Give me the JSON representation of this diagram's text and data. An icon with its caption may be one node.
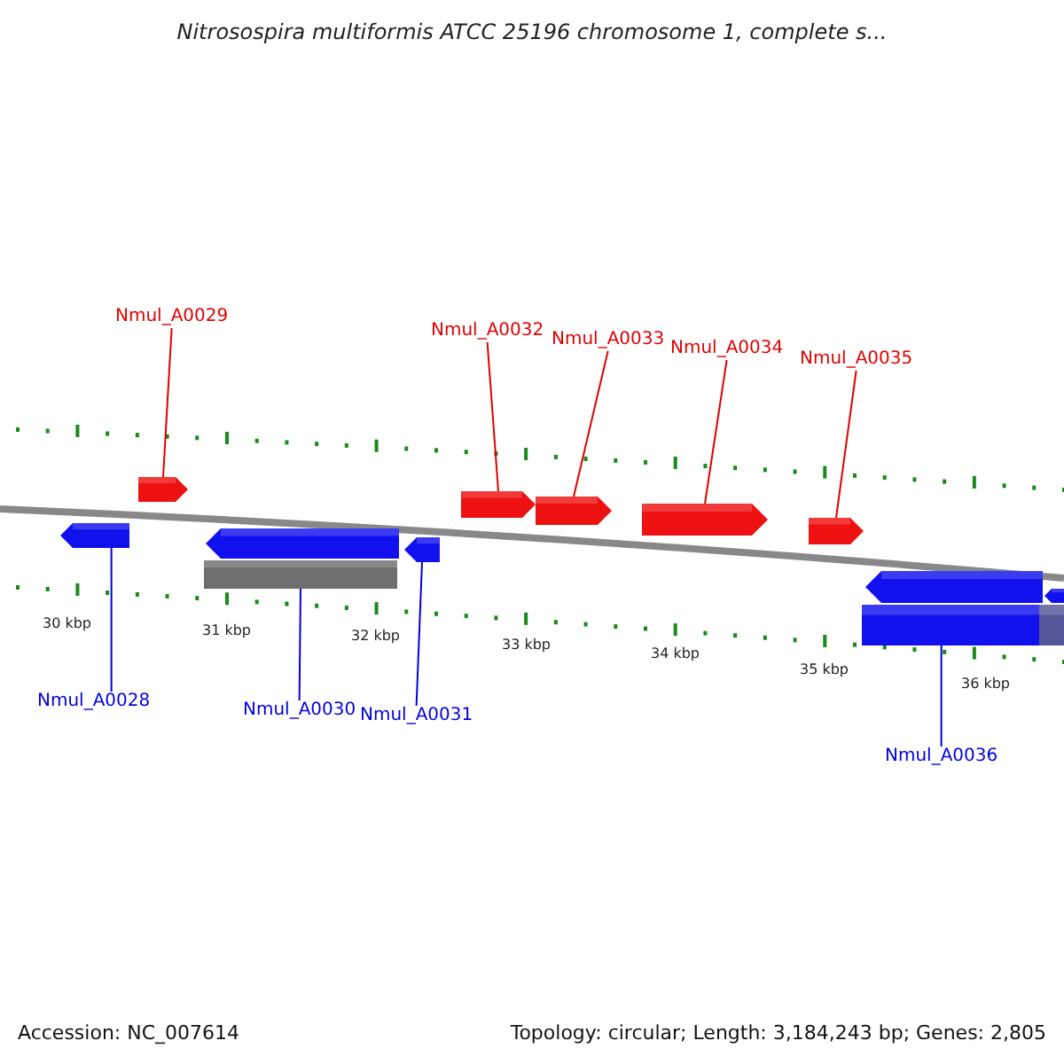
{
  "diagram": {
    "title": "Nitrosospira multiformis ATCC 25196 chromosome 1, complete s...",
    "nodes": [
      {
        "text": [
          "Nmul_A0029"
        ]
      },
      {
        "text": [
          "Nmul_A0032"
        ]
      },
      {
        "text": [
          "Nmul_A0033"
        ]
      },
      {
        "text": [
          "Nmul_A0034"
        ]
      },
      {
        "text": [
          "Nmul_A0035"
        ]
      },
      {
        "text": [],
        "shape": "arrow"
      },
      {
        "text": [],
        "shape": "arrow"
      },
      {
        "text": [],
        "shape": "arrow"
      },
      {
        "text": [],
        "shape": "arrow"
      },
      {
        "text": [],
        "shape": "arrow"
      },
      {
        "text": [],
        "shape": "arrow"
      },
      {
        "text": [],
        "shape": "arrow"
      },
      {
        "text": [],
        "shape": "arrow"
      },
      {
        "text": [],
        "shape": "bar"
      },
      {
        "text": [],
        "shape": "arrow"
      },
      {
        "text": [],
        "shape": "arrow"
      },
      {
        "text": [],
        "shape": "bar"
      },
      {
        "text": [
          "Nmul_A0028"
        ]
      },
      {
        "text": [
          "Nmul_A0030"
        ]
      },
      {
        "text": [
          "Nmul_A0031"
        ]
      },
      {
        "text": [
          "Nmul_A0036"
        ]
      }
    ],
    "edges": [
      {
        "from": 0,
        "to": 5,
        "arrow": "none"
      },
      {
        "from": 1,
        "to": 6,
        "arrow": "none"
      },
      {
        "from": 2,
        "to": 7,
        "arrow": "none"
      },
      {
        "from": 3,
        "to": 8,
        "arrow": "none"
      },
      {
        "from": 4,
        "to": 9,
        "arrow": "none"
      },
      {
        "from": 17,
        "to": 10,
        "arrow": "none",
        "color": "#0000dd"
      },
      {
        "from": 18,
        "to": 13,
        "arrow": "none",
        "color": "#0000dd"
      },
      {
        "from": 19,
        "to": 12,
        "arrow": "none",
        "color": "#0000dd"
      },
      {
        "from": 20,
        "to": 16,
        "arrow": "none",
        "color": "#0000dd"
      }
    ],
    "labels": [
      "30 kbp",
      "31 kbp",
      "32 kbp",
      "33 kbp",
      "34 kbp",
      "35 kbp",
      "36 kbp",
      "Accession: NC_007614",
      "Topology: circular; Length: 3,184,243 bp; Genes: 2,805"
    ]
  }
}
